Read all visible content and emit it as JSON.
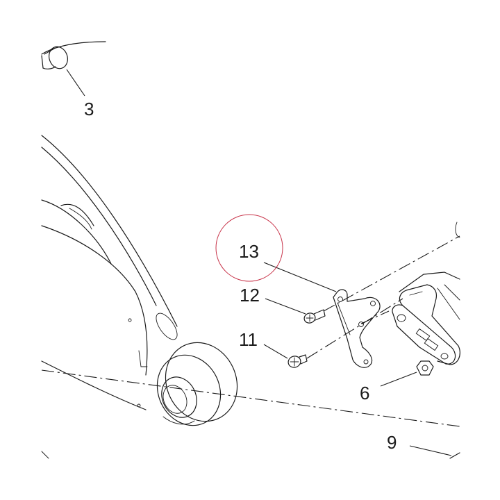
{
  "callouts": [
    {
      "id": "3",
      "label": "3"
    },
    {
      "id": "13",
      "label": "13"
    },
    {
      "id": "12",
      "label": "12"
    },
    {
      "id": "11",
      "label": "11"
    },
    {
      "id": "6",
      "label": "6"
    },
    {
      "id": "9",
      "label": "9"
    }
  ],
  "colors": {
    "line": "#1a1a1a",
    "highlight_circle": "#c8344a",
    "background": "#ffffff"
  }
}
